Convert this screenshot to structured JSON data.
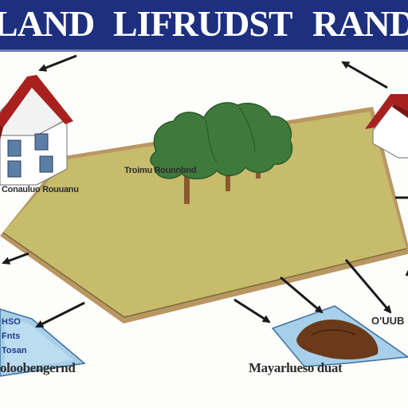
{
  "banner": {
    "title_parts": [
      "LAND",
      "LIFRUDST",
      "RAND"
    ],
    "background_color": "#1d2f7e",
    "text_color": "#ffffff"
  },
  "labels": {
    "field_top": "Troimu Rounnbnd",
    "field_left": "Conauluo Rouuanu",
    "sheet_left": [
      "HSO",
      "Fnts",
      "Tosan"
    ],
    "right_mid": "O'UUB",
    "bottom_left": "oloobengernd",
    "bottom_right": "Mayarlueso duat"
  },
  "icons": [
    "house-icon",
    "tree-icon",
    "arrow-icon",
    "soil-pile-icon"
  ],
  "colors": {
    "field": "#c6bc6c",
    "field_border": "#c9a062",
    "roof": "#a8211f",
    "wall": "#ffffff",
    "window": "#5b7fa6",
    "tree": "#3f7a3c",
    "trunk": "#8a5a2e",
    "sheet": "#a7cfe9",
    "soil": "#6b3a1a"
  }
}
